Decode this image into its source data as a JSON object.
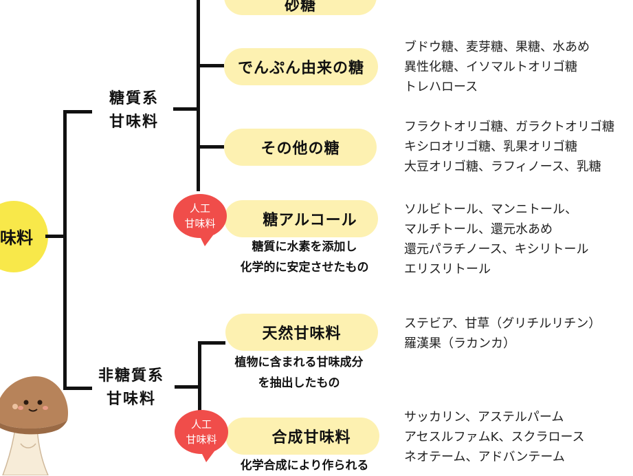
{
  "root": {
    "label": "味料"
  },
  "categories": [
    {
      "label_line1": "糖質系",
      "label_line2": "甘味料"
    },
    {
      "label_line1": "非糖質系",
      "label_line2": "甘味料"
    }
  ],
  "items": [
    {
      "label": "砂糖",
      "examples": []
    },
    {
      "label": "でんぷん由来の糖",
      "examples": [
        "ブドウ糖、麦芽糖、果糖、水あめ",
        "異性化糖、イソマルトオリゴ糖",
        "トレハロース"
      ]
    },
    {
      "label": "その他の糖",
      "examples": [
        "フラクトオリゴ糖、ガラクトオリゴ糖",
        "キシロオリゴ糖、乳果オリゴ糖",
        "大豆オリゴ糖、ラフィノース、乳糖"
      ]
    },
    {
      "label": "糖アルコール",
      "note_line1": "糖質に水素を添加し",
      "note_line2": "化学的に安定させたもの",
      "examples": [
        "ソルビトール、マンニトール、",
        "マルチトール、還元水あめ",
        "還元パラチノース、キシリトール",
        "エリスリトール"
      ]
    },
    {
      "label": "天然甘味料",
      "note_line1": "植物に含まれる甘味成分",
      "note_line2": "を抽出したもの",
      "examples": [
        "ステビア、甘草（グリチルリチン）",
        "羅漢果（ラカンカ）"
      ]
    },
    {
      "label": "合成甘味料",
      "note_line1": "化学合成により作られる",
      "examples": [
        "サッカリン、アステルパーム",
        "アセスルファムK、スクラロース",
        "ネオテーム、アドバンテーム"
      ]
    }
  ],
  "bubbles": [
    {
      "line1": "人工",
      "line2": "甘味料"
    },
    {
      "line1": "人工",
      "line2": "甘味料"
    }
  ],
  "colors": {
    "pill": "#fdf1b1",
    "bubble": "#f04d4a",
    "root": "#f8e84a",
    "line": "#111111"
  }
}
